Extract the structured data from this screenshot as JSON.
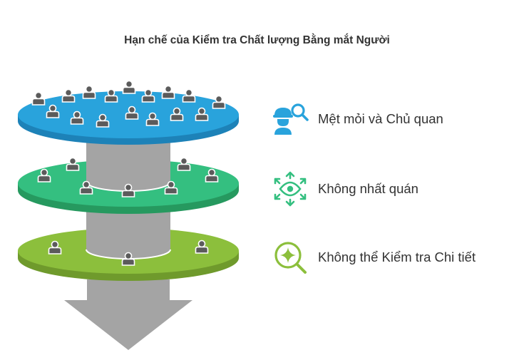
{
  "title": "Hạn chế của Kiểm tra Chất lượng Bằng mắt Người",
  "colors": {
    "blue": "#29a3dc",
    "blue_side": "#1d82b8",
    "green": "#34bf80",
    "green_side": "#26995f",
    "olive": "#8cbf3c",
    "olive_side": "#6f9a2c",
    "gray": "#a4a4a4",
    "person": "#5b5b5b"
  },
  "layers": [
    {
      "label": "Mệt mỏi và Chủ quan",
      "icon": "fatigue-search-icon",
      "color": "#29a3dc"
    },
    {
      "label": "Không nhất quán",
      "icon": "eye-arrows-icon",
      "color": "#34bf80"
    },
    {
      "label": "Không thể Kiểm tra Chi tiết",
      "icon": "sparkle-magnifier-icon",
      "color": "#8cbf3c"
    }
  ]
}
